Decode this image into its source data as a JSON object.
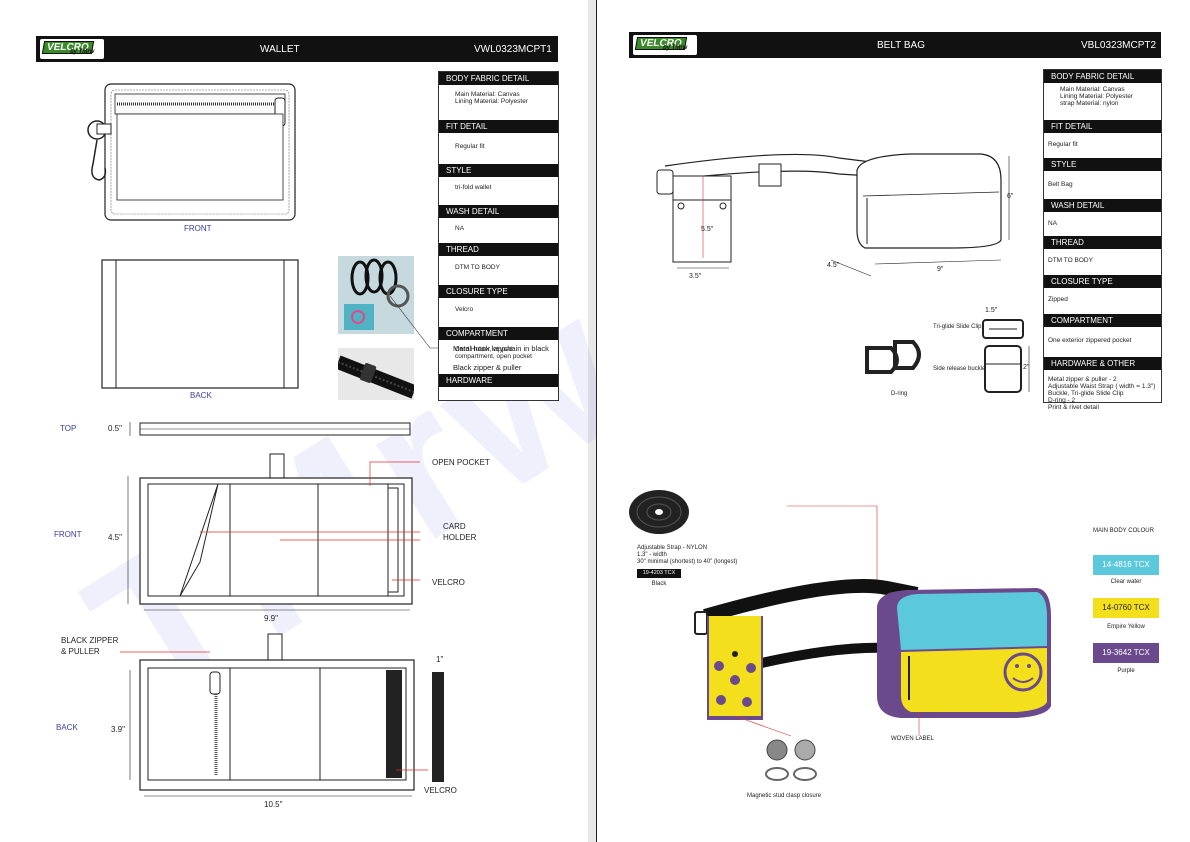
{
  "page1": {
    "header": {
      "title": "WALLET",
      "code": "VWL0323MCPT1"
    },
    "labels": {
      "front_caption": "FRONT",
      "back_caption": "BACK",
      "top": "TOP",
      "top_dim": "0.5\"",
      "front": "FRONT",
      "front_height": "4.5\"",
      "front_width": "9.9\"",
      "open_pocket": "OPEN POCKET",
      "card_holder_1": "CARD",
      "card_holder_2": "HOLDER",
      "velcro_front": "VELCRO",
      "black_zipper_1": "BLACK ZIPPER",
      "black_zipper_2": "& PULLER",
      "back": "BACK",
      "back_height": "3.9\"",
      "back_width": "10.5\"",
      "velcro_width": "1\"",
      "velcro_back": "VELCRO",
      "hw_keychain": "Metal hook keychain in black",
      "hw_zipper": "Black zipper & puller"
    },
    "specs": [
      {
        "head": "BODY FABRIC DETAIL",
        "lines": [
          "Main Material: Canvas",
          "Lining Material: Polyester"
        ]
      },
      {
        "head": "FIT DETAIL",
        "lines": [
          "Regular fit"
        ]
      },
      {
        "head": "STYLE",
        "lines": [
          "tri-fold wallet"
        ]
      },
      {
        "head": "WASH DETAIL",
        "lines": [
          "NA"
        ]
      },
      {
        "head": "THREAD",
        "lines": [
          "DTM TO BODY"
        ]
      },
      {
        "head": "CLOSURE TYPE",
        "lines": [
          "Velcro"
        ]
      },
      {
        "head": "COMPARTMENT",
        "lines": [
          "Card Holder, zipped",
          "compartment, open pocket"
        ]
      },
      {
        "head": "HARDWARE",
        "lines": []
      }
    ]
  },
  "page2": {
    "header": {
      "title": "BELT BAG",
      "code": "VBL0323MCPT2"
    },
    "labels": {
      "dim_55": "5.5\"",
      "dim_35": "3.5\"",
      "dim_45": "4.5\"",
      "dim_9": "9\"",
      "dim_6": "6\"",
      "dim_15": "1.5\"",
      "dim_2": "2\"",
      "triglide": "Tri-glide Slide Clip",
      "side_release": "Side release buckle",
      "dring": "D-ring",
      "strap_1": "Adjustable Strap - NYLON",
      "strap_2": "1.3\" - width",
      "strap_3": "30\" minimal (shortest) to 40\" (longest)",
      "strap_tcx": "19-4203 TCX",
      "strap_color": "Black",
      "woven_label": "WOVEN LABEL",
      "magnetic": "Magnetic stud clasp closure",
      "main_body_colour": "MAIN BODY COLOUR"
    },
    "specs": [
      {
        "head": "BODY FABRIC DETAIL",
        "lines": [
          "Main Material: Canvas",
          "Lining Material: Polyester",
          "strap Material: nylon"
        ]
      },
      {
        "head": "FIT DETAIL",
        "lines": [
          "Regular fit"
        ]
      },
      {
        "head": "STYLE",
        "lines": [
          "Belt Bag"
        ]
      },
      {
        "head": "WASH DETAIL",
        "lines": [
          "NA"
        ]
      },
      {
        "head": "THREAD",
        "lines": [
          "DTM TO BODY"
        ]
      },
      {
        "head": "CLOSURE TYPE",
        "lines": [
          "Zipped"
        ]
      },
      {
        "head": "COMPARTMENT",
        "lines": [
          "One exterior zippered pocket"
        ]
      },
      {
        "head": "HARDWARE & OTHER DETAILS",
        "lines": [
          "Metal zipper & puller - 2",
          "Adjustable Waist Strap ( width = 1.3\")",
          "Buckle, Tri-glide Slide Clip",
          "D-ring - 2",
          "Print & rivet detail"
        ]
      }
    ],
    "swatches": [
      {
        "code": "14-4816 TCX",
        "name": "Clear water",
        "color": "#5bc8dc"
      },
      {
        "code": "14-0760 TCX",
        "name": "Empire Yellow",
        "color": "#f4df1c"
      },
      {
        "code": "19-3642 TCX",
        "name": "Purple",
        "color": "#6a4a8c"
      }
    ]
  },
  "logo": {
    "brand": "VELCRO",
    "by": "by TMrw"
  }
}
